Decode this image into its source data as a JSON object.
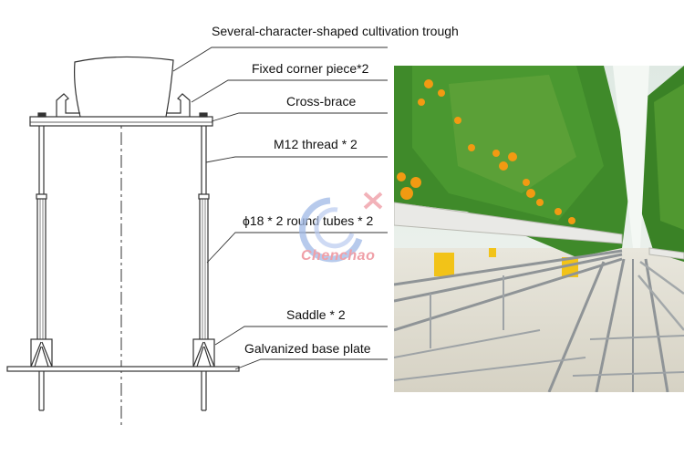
{
  "labels": {
    "trough": "Several-character-shaped cultivation trough",
    "corner": "Fixed corner piece*2",
    "crossbrace": "Cross-brace",
    "thread": "M12 thread * 2",
    "tubes": "18 * 2 round tubes * 2",
    "tubes_symbol": "ϕ",
    "saddle": "Saddle * 2",
    "baseplate": "Galvanized base plate"
  },
  "watermark": {
    "text": "Chenchao"
  },
  "colors": {
    "line": "#333333",
    "watermark_blue": "#9fb8e6",
    "watermark_red": "#f0a0a8",
    "trolley_yellow": "#f2c318",
    "foliage": "#3f8a2a"
  }
}
